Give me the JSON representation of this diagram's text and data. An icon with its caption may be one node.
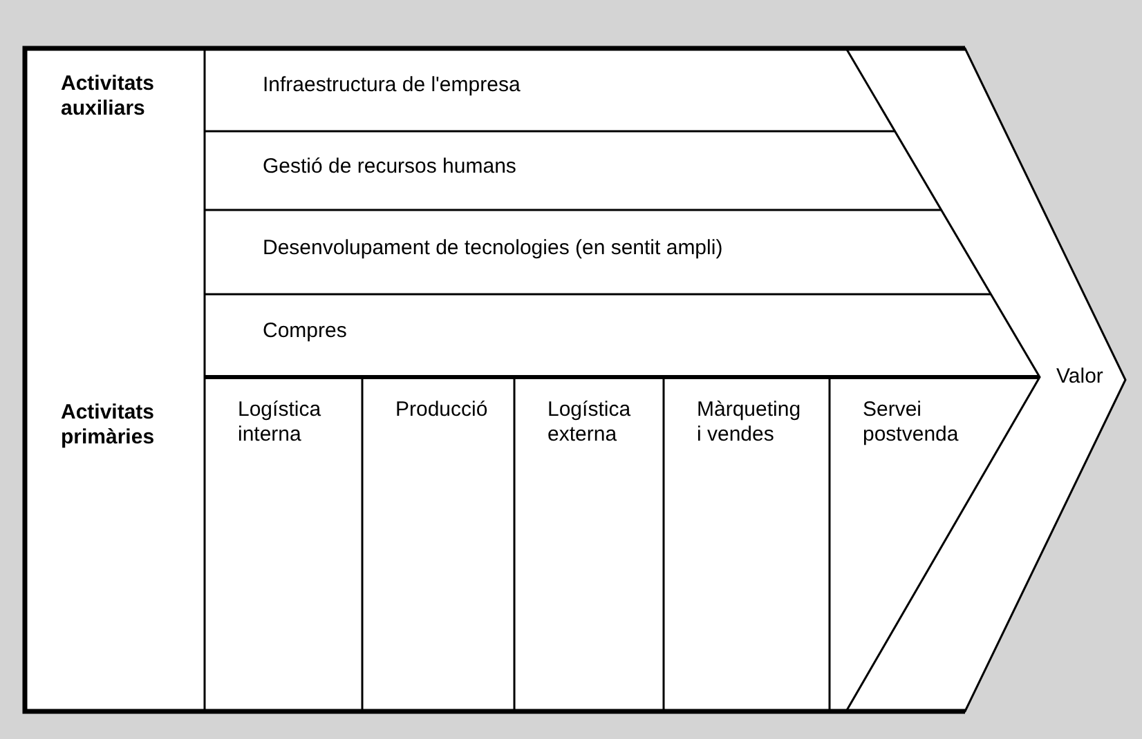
{
  "diagram": {
    "nodes": [
      {
        "text": [
          "Infraestructura de l'empresa"
        ]
      },
      {
        "text": [
          "Gestió de recursos humans"
        ]
      },
      {
        "text": [
          "Desenvolupament de tecnologies (en sentit ampli)"
        ]
      },
      {
        "text": [
          "Compres"
        ]
      },
      {
        "text": [
          "Logística interna"
        ]
      },
      {
        "text": [
          "Producció"
        ]
      },
      {
        "text": [
          "Logística externa"
        ]
      },
      {
        "text": [
          "Màrqueting i vendes"
        ]
      },
      {
        "text": [
          "Servei postvenda"
        ]
      }
    ],
    "labels": [
      "Activitats auxiliars",
      "Activitats primàries",
      "Valor"
    ]
  }
}
